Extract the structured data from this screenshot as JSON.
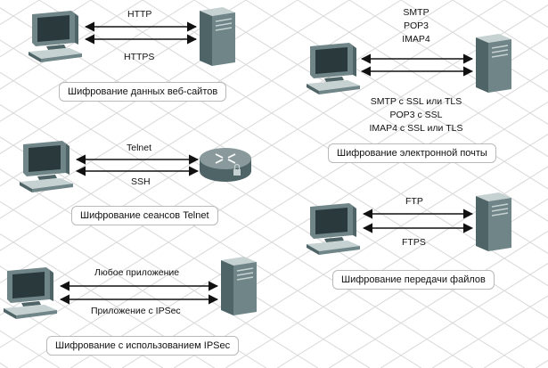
{
  "colors": {
    "grid": "#d9d9d9",
    "arrow": "#111111",
    "device_dark": "#4f6466",
    "device_mid": "#6f8587",
    "device_light": "#c6d2d2",
    "screen": "#2a3a3c",
    "router": "#8a9a9c",
    "caption_border": "#b9b9b9"
  },
  "icons": [
    "workstation-icon",
    "server-icon",
    "router-icon"
  ],
  "panels": {
    "web": {
      "unencrypted": "HTTP",
      "encrypted": "HTTPS",
      "caption": "Шифрование данных веб-сайтов"
    },
    "email": {
      "unencrypted": [
        "SMTP",
        "POP3",
        "IMAP4"
      ],
      "encrypted": [
        "SMTP с SSL или TLS",
        "POP3 с SSL",
        "IMAP4 с SSL или TLS"
      ],
      "caption": "Шифрование электронной почты"
    },
    "telnet": {
      "unencrypted": "Telnet",
      "encrypted": "SSH",
      "caption": "Шифрование сеансов Telnet"
    },
    "ftp": {
      "unencrypted": "FTP",
      "encrypted": "FTPS",
      "caption": "Шифрование передачи файлов"
    },
    "ipsec": {
      "unencrypted": "Любое приложение",
      "encrypted": "Приложение с IPSec",
      "caption": "Шифрование с использованием IPSec"
    }
  }
}
